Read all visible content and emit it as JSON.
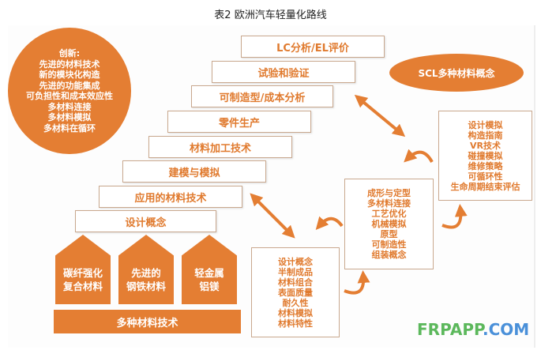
{
  "title": "表2 欧洲汽车轻量化路线",
  "innovation": {
    "heading": "创新:",
    "items": [
      "先进的材料技术",
      "新的模块化构造",
      "先进的功能集成",
      "可负担性和成本效应性",
      "多材料连接",
      "多材料模拟",
      "多材料在循环"
    ]
  },
  "steps": [
    "LC分析/EL评价",
    "试验和验证",
    "可制造型/成本分析",
    "零件生产",
    "材料加工技术",
    "建模与模拟",
    "应用的材料技术",
    "设计概念"
  ],
  "scl": "SCL多种材料概念",
  "houses": [
    [
      "碳纤强化",
      "复合材料"
    ],
    [
      "先进的",
      "钢铁材料"
    ],
    [
      "轻金属",
      "铝镁"
    ]
  ],
  "base": "多种材料技术",
  "box_bottom": [
    "设计概念",
    "半制成品",
    "材料组合",
    "表面质量",
    "耐久性",
    "材料模拟",
    "材料特性"
  ],
  "box_middle": [
    "成形与定型",
    "多材料连接",
    "工艺优化",
    "机械模拟",
    "原型",
    "可制造性",
    "组装概念"
  ],
  "box_right": [
    "设计模拟",
    "构造指南",
    "VR技术",
    "碰撞模拟",
    "维修策略",
    "可循环性",
    "生命周期结束评估"
  ],
  "watermark": {
    "a": "FRPAPP",
    ".b": "",
    "b": ".COM"
  },
  "colors": {
    "orange": "#e47e33",
    "wm_green": "#5cb85c",
    "wm_blue": "#4a90d9"
  }
}
